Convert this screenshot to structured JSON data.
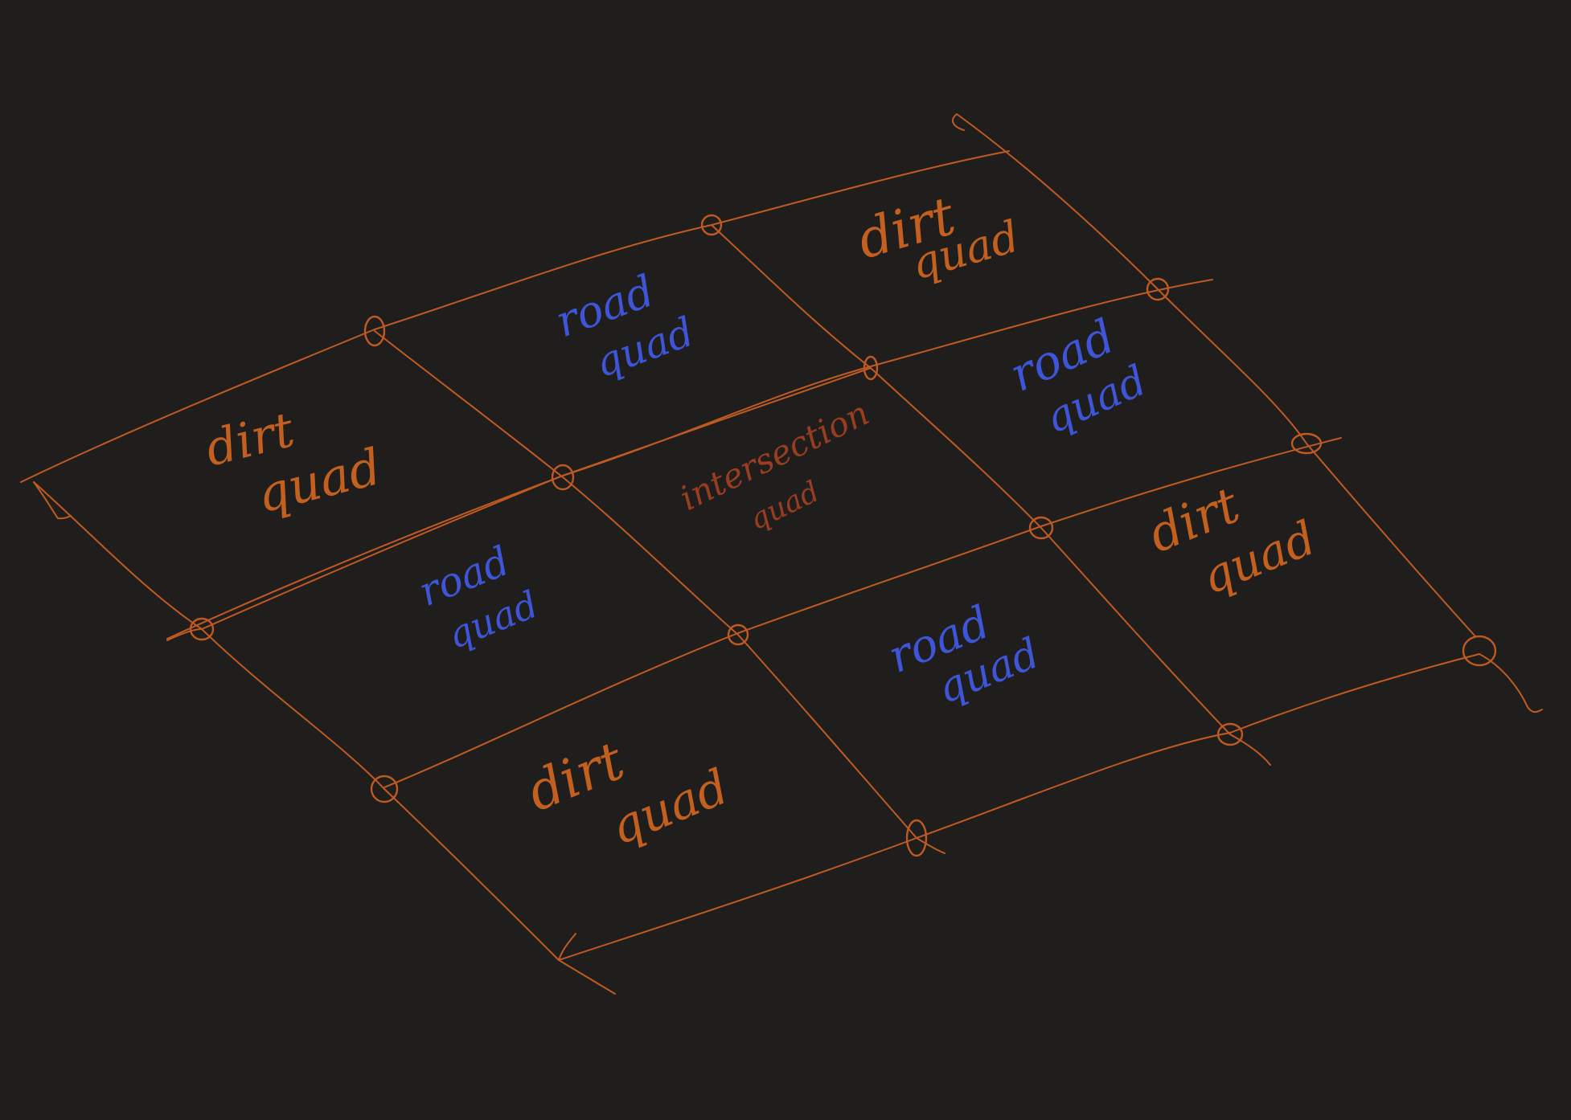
{
  "colors": {
    "background": "#1f1e1d",
    "grid": "#c05a22",
    "dirt": "#c4601f",
    "road": "#3d55d6",
    "intersection": "#9a3d1f"
  },
  "cells": [
    {
      "id": "cell-0-0",
      "type": "dirt",
      "line1": "dirt",
      "line2": "quad"
    },
    {
      "id": "cell-0-1",
      "type": "road",
      "line1": "road",
      "line2": "quad"
    },
    {
      "id": "cell-0-2",
      "type": "dirt",
      "line1": "dirt",
      "line2": "quad"
    },
    {
      "id": "cell-1-0",
      "type": "road",
      "line1": "road",
      "line2": "quad"
    },
    {
      "id": "cell-1-1",
      "type": "intersection",
      "line1": "intersection",
      "line2": "quad"
    },
    {
      "id": "cell-1-2",
      "type": "road",
      "line1": "road",
      "line2": "quad"
    },
    {
      "id": "cell-2-0",
      "type": "dirt",
      "line1": "dirt",
      "line2": "quad"
    },
    {
      "id": "cell-2-1",
      "type": "road",
      "line1": "road",
      "line2": "quad"
    },
    {
      "id": "cell-2-2",
      "type": "dirt",
      "line1": "dirt",
      "line2": "quad"
    }
  ]
}
